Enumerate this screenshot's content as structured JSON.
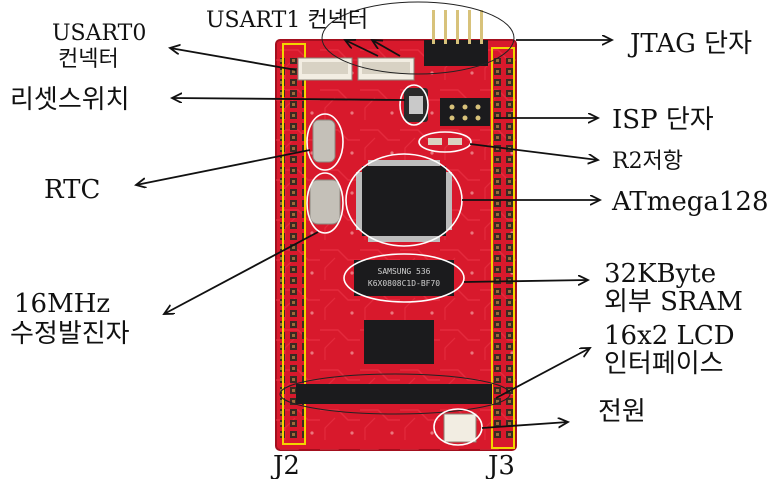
{
  "labels": {
    "usart0_line1": "USART0",
    "usart0_line2": "컨넥터",
    "usart1": "USART1 컨넥터",
    "jtag": "JTAG 단자",
    "reset": "리셋스위치",
    "isp": "ISP 단자",
    "r2": "R2저항",
    "rtc": "RTC",
    "atmega": "ATmega128",
    "sram_line1": "32KByte",
    "sram_line2": "외부 SRAM",
    "crystal_line1": "16MHz",
    "crystal_line2": "수정발진자",
    "lcd_line1": "16x2 LCD",
    "lcd_line2": "인터페이스",
    "power": "전원",
    "j2": "J2",
    "j3": "J3"
  },
  "chip_marks": {
    "sram_line1": "SAMSUNG 536",
    "sram_line2": "K6X0808C1D-BF70"
  },
  "colors": {
    "board": "#d8192c",
    "board_dark": "#a30f1e",
    "trace": "#ee3b4b",
    "header_pin": "#3a2a22",
    "chip": "#1b1b1d",
    "outline_yellow": "#f2d500",
    "arrow": "#111111"
  }
}
